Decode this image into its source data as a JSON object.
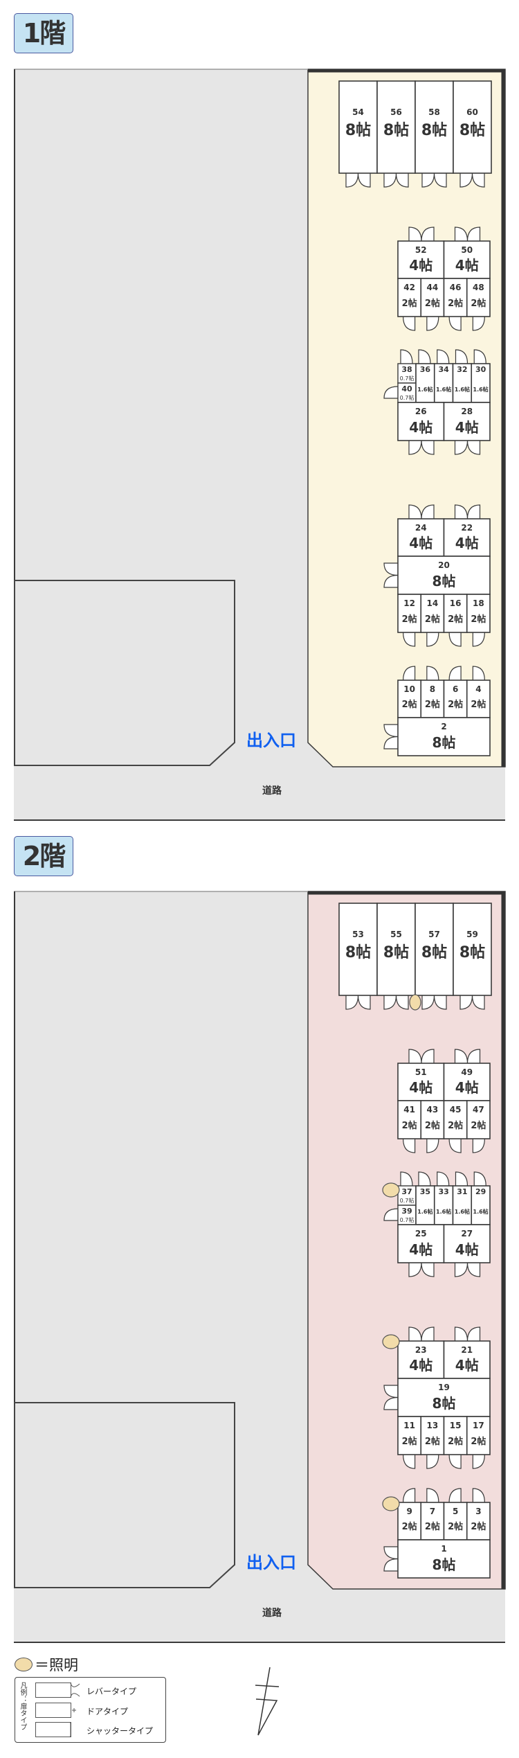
{
  "floors": [
    {
      "label": "1階",
      "entrance": "出入口",
      "road": "道路",
      "yard_color": "#fbf5df",
      "lights": false,
      "units": {
        "top": [
          {
            "no": "54",
            "size": "8帖"
          },
          {
            "no": "56",
            "size": "8帖"
          },
          {
            "no": "58",
            "size": "8帖"
          },
          {
            "no": "60",
            "size": "8帖"
          }
        ],
        "a4": [
          {
            "no": "52",
            "size": "4帖"
          },
          {
            "no": "50",
            "size": "4帖"
          }
        ],
        "a2": [
          {
            "no": "42",
            "size": "2帖"
          },
          {
            "no": "44",
            "size": "2帖"
          },
          {
            "no": "46",
            "size": "2帖"
          },
          {
            "no": "48",
            "size": "2帖"
          }
        ],
        "b07": [
          {
            "no": "38",
            "size": "0.7帖"
          },
          {
            "no": "40",
            "size": "0.7帖"
          }
        ],
        "b16": [
          {
            "no": "36",
            "size": "1.6帖"
          },
          {
            "no": "34",
            "size": "1.6帖"
          },
          {
            "no": "32",
            "size": "1.6帖"
          },
          {
            "no": "30",
            "size": "1.6帖"
          }
        ],
        "b4": [
          {
            "no": "26",
            "size": "4帖"
          },
          {
            "no": "28",
            "size": "4帖"
          }
        ],
        "c4": [
          {
            "no": "24",
            "size": "4帖"
          },
          {
            "no": "22",
            "size": "4帖"
          }
        ],
        "c8": [
          {
            "no": "20",
            "size": "8帖"
          }
        ],
        "c2": [
          {
            "no": "12",
            "size": "2帖"
          },
          {
            "no": "14",
            "size": "2帖"
          },
          {
            "no": "16",
            "size": "2帖"
          },
          {
            "no": "18",
            "size": "2帖"
          }
        ],
        "d2": [
          {
            "no": "10",
            "size": "2帖"
          },
          {
            "no": "8",
            "size": "2帖"
          },
          {
            "no": "6",
            "size": "2帖"
          },
          {
            "no": "4",
            "size": "2帖"
          }
        ],
        "d8": [
          {
            "no": "2",
            "size": "8帖"
          }
        ]
      }
    },
    {
      "label": "2階",
      "entrance": "出入口",
      "road": "道路",
      "yard_color": "#f2dddc",
      "lights": true,
      "units": {
        "top": [
          {
            "no": "53",
            "size": "8帖"
          },
          {
            "no": "55",
            "size": "8帖"
          },
          {
            "no": "57",
            "size": "8帖"
          },
          {
            "no": "59",
            "size": "8帖"
          }
        ],
        "a4": [
          {
            "no": "51",
            "size": "4帖"
          },
          {
            "no": "49",
            "size": "4帖"
          }
        ],
        "a2": [
          {
            "no": "41",
            "size": "2帖"
          },
          {
            "no": "43",
            "size": "2帖"
          },
          {
            "no": "45",
            "size": "2帖"
          },
          {
            "no": "47",
            "size": "2帖"
          }
        ],
        "b07": [
          {
            "no": "37",
            "size": "0.7帖"
          },
          {
            "no": "39",
            "size": "0.7帖"
          }
        ],
        "b16": [
          {
            "no": "35",
            "size": "1.6帖"
          },
          {
            "no": "33",
            "size": "1.6帖"
          },
          {
            "no": "31",
            "size": "1.6帖"
          },
          {
            "no": "29",
            "size": "1.6帖"
          }
        ],
        "b4": [
          {
            "no": "25",
            "size": "4帖"
          },
          {
            "no": "27",
            "size": "4帖"
          }
        ],
        "c4": [
          {
            "no": "23",
            "size": "4帖"
          },
          {
            "no": "21",
            "size": "4帖"
          }
        ],
        "c8": [
          {
            "no": "19",
            "size": "8帖"
          }
        ],
        "c2": [
          {
            "no": "11",
            "size": "2帖"
          },
          {
            "no": "13",
            "size": "2帖"
          },
          {
            "no": "15",
            "size": "2帖"
          },
          {
            "no": "17",
            "size": "2帖"
          }
        ],
        "d2": [
          {
            "no": "9",
            "size": "2帖"
          },
          {
            "no": "7",
            "size": "2帖"
          },
          {
            "no": "5",
            "size": "2帖"
          },
          {
            "no": "3",
            "size": "2帖"
          }
        ],
        "d8": [
          {
            "no": "1",
            "size": "8帖"
          }
        ]
      }
    }
  ],
  "legend": {
    "light_label": "＝照明",
    "light_color": "#f2dcaa",
    "title": "凡例：扉タイプ",
    "items": [
      {
        "label": "レバータイプ",
        "icon": "lever-door-icon"
      },
      {
        "label": "ドアタイプ",
        "icon": "hinged-door-icon"
      },
      {
        "label": "シャッタータイプ",
        "icon": "shutter-icon"
      }
    ]
  },
  "colors": {
    "entrance": "#1060f0",
    "badge": "#c5e3f3",
    "ground": "#e6e6e6"
  }
}
